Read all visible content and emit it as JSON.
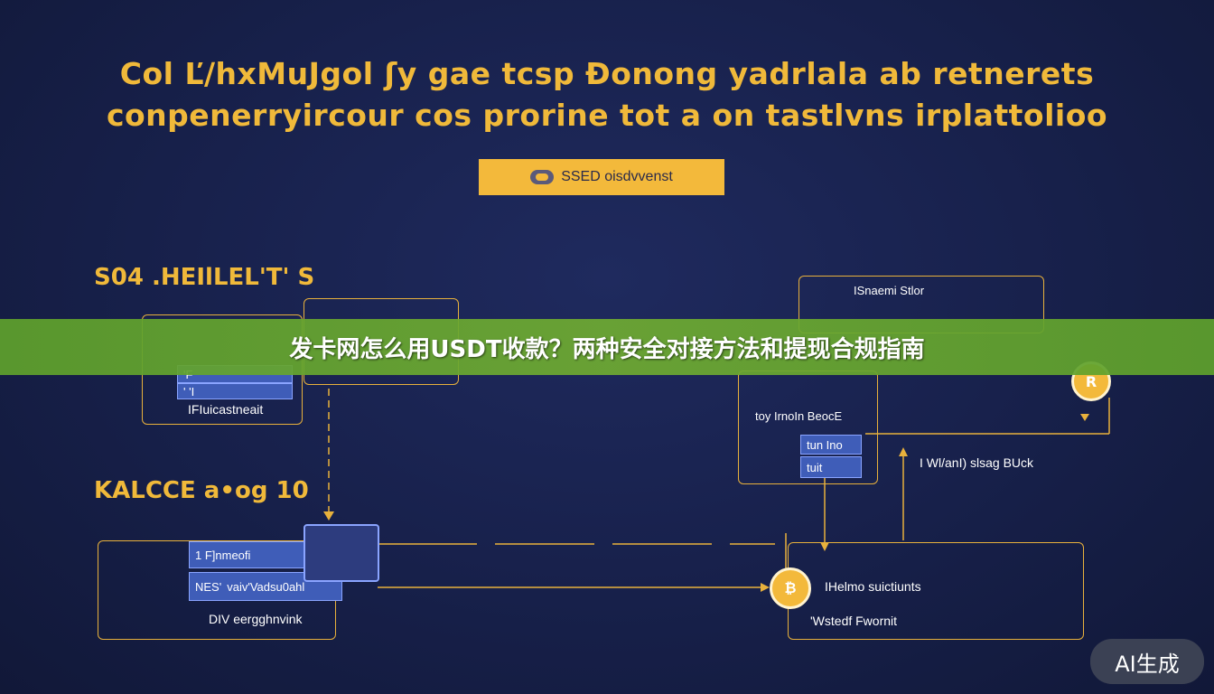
{
  "header": {
    "title_line1": "Col Ľ/hxMuJgol ʃy gae tcsp Ɖonong yadrlala ab retnerets",
    "title_line2": "conpenerryircour cos prorine tot a on tastlvns irplattolioo",
    "badge_label": "SSED oisdvvenst"
  },
  "sections": {
    "section1": "S04 .HEIlLEL'T' S",
    "section2": "KALCCE a•og 10"
  },
  "left_top_box": {
    "bar_top": "'F",
    "bar_bottom": "' 'I",
    "label": "IFIuicastneait"
  },
  "right_top_box": {
    "label": "ISnaemi Stlor",
    "sub_label": "toy IrnoIn BeocE",
    "bar_top": "tun Ino",
    "bar_bottom": "tuit"
  },
  "right_side_label": "I Wl/anI) slsag BUck",
  "bottom_left": {
    "bar_top": "1 F]nmeofi",
    "bar_bottom": "vaiv'Vadsu0ahl",
    "bar_bottom_prefix": "NES'",
    "label": "DIV eergghnvink"
  },
  "bottom_right": {
    "label_top": "IHelmo suictiunts",
    "label_bottom": "'Wstedf Fwornit",
    "coin_glyph": "₿"
  },
  "right_coin_glyph": "R",
  "banner": {
    "text": "发卡网怎么用USDT收款？两种安全对接方法和提现合规指南"
  },
  "watermark": "AI生成",
  "colors": {
    "background": "#17204a",
    "accent": "#f0b93a",
    "banner": "#5ea02c",
    "bar_blue": "#3f5db8"
  }
}
